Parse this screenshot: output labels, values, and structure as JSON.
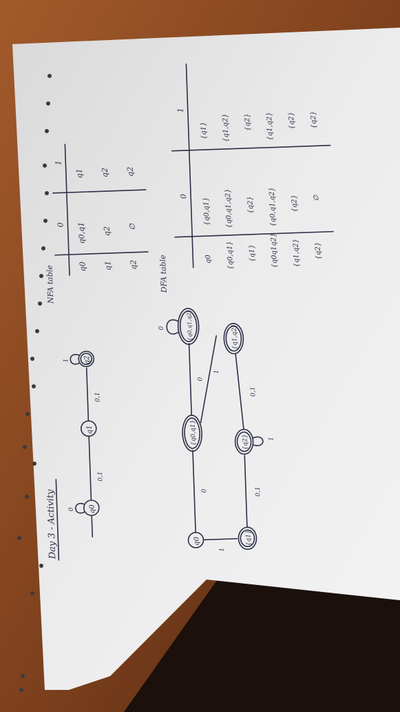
{
  "page": {
    "heading": "Day 3 - Activity"
  },
  "nfa": {
    "label": "NFA table",
    "states": [
      "q0",
      "q1",
      "q2"
    ],
    "transition_labels": [
      "0,1",
      "0,1"
    ],
    "self_loop_labels": [
      "0",
      "1"
    ],
    "table": {
      "header": [
        "",
        "0",
        "1"
      ],
      "rows": [
        [
          "q0",
          "q0,q1",
          "q1"
        ],
        [
          "q1",
          "q2",
          "q2"
        ],
        [
          "q2",
          "∅",
          "q2"
        ]
      ]
    }
  },
  "dfa": {
    "label": "DFA table",
    "diagram_nodes": [
      "q0",
      "{q0,q1}",
      "{q0,q1,q2}",
      "{q1}",
      "{q2}",
      "{q1,q2}"
    ],
    "edge_labels": [
      "0",
      "1",
      "0",
      "1",
      "0,1",
      "0,1",
      "1",
      "0"
    ],
    "table": {
      "header": [
        "",
        "0",
        "1"
      ],
      "rows": [
        [
          "q0",
          "{q0,q1}",
          "{q1}"
        ],
        [
          "{q0,q1}",
          "{q0,q1,q2}",
          "{q1,q2}"
        ],
        [
          "{q1}",
          "{q2}",
          "{q2}"
        ],
        [
          "{q0q1q2}",
          "{q0,q1,q2}",
          "{q1,q2}"
        ],
        [
          "{q1,q2}",
          "{q2}",
          "{q2}"
        ],
        [
          "{q2}",
          "∅",
          "{q2}"
        ]
      ]
    }
  },
  "colors": {
    "ink": "#2c2f45",
    "paper": "#e9e9ea",
    "desk": "#8a4a22",
    "floor": "#1b100b"
  }
}
